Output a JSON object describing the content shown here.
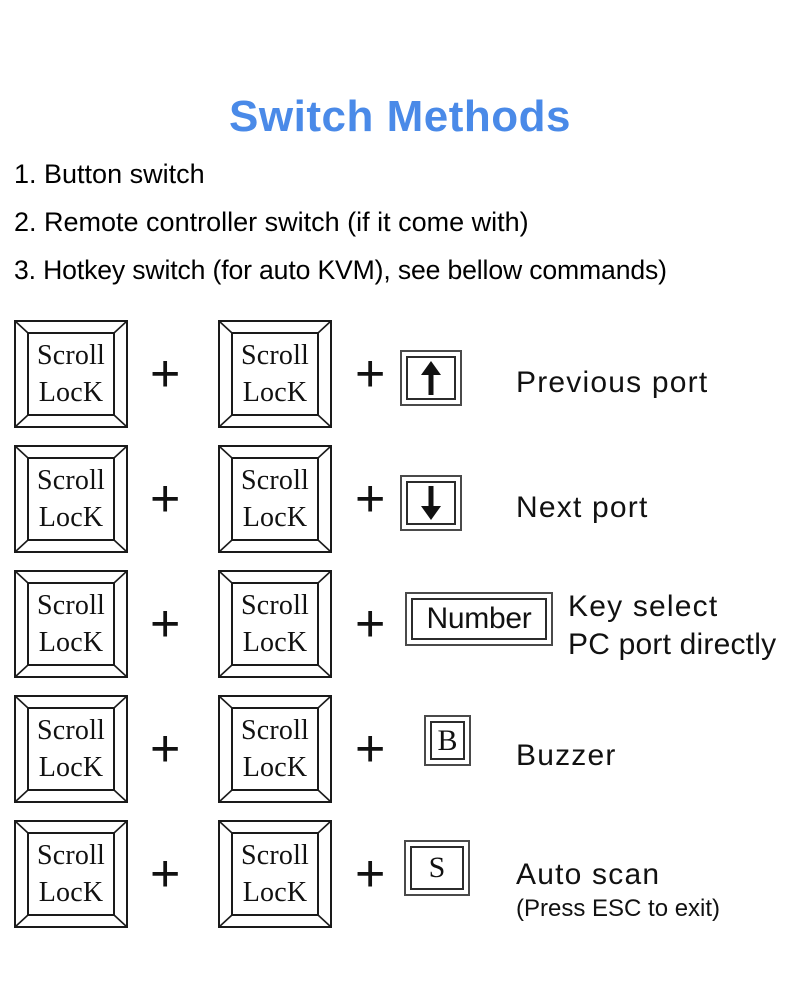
{
  "title": "Switch Methods",
  "accent_color": "#4a8ae8",
  "intro": {
    "items": [
      "1. Button switch",
      "2. Remote controller switch (if it come with)",
      "3. Hotkey switch (for auto KVM), see bellow commands)"
    ]
  },
  "modifier_key": {
    "line1": "Scroll",
    "line2": "LocK"
  },
  "plus_symbol": "+",
  "rows": [
    {
      "key1": {
        "line1": "Scroll",
        "line2": "LocK"
      },
      "key2": {
        "line1": "Scroll",
        "line2": "LocK"
      },
      "key3": {
        "type": "arrow-up",
        "label": "↑"
      },
      "desc_line1": "Previous port",
      "desc_line2": "",
      "desc_sub": ""
    },
    {
      "key1": {
        "line1": "Scroll",
        "line2": "LocK"
      },
      "key2": {
        "line1": "Scroll",
        "line2": "LocK"
      },
      "key3": {
        "type": "arrow-down",
        "label": "↓"
      },
      "desc_line1": "Next port",
      "desc_line2": "",
      "desc_sub": ""
    },
    {
      "key1": {
        "line1": "Scroll",
        "line2": "LocK"
      },
      "key2": {
        "line1": "Scroll",
        "line2": "LocK"
      },
      "key3": {
        "type": "text-sans",
        "label": "Number"
      },
      "desc_line1": "Key  select",
      "desc_line2": "PC port directly",
      "desc_sub": ""
    },
    {
      "key1": {
        "line1": "Scroll",
        "line2": "LocK"
      },
      "key2": {
        "line1": "Scroll",
        "line2": "LocK"
      },
      "key3": {
        "type": "text-serif",
        "label": "B"
      },
      "desc_line1": "Buzzer",
      "desc_line2": "",
      "desc_sub": ""
    },
    {
      "key1": {
        "line1": "Scroll",
        "line2": "LocK"
      },
      "key2": {
        "line1": "Scroll",
        "line2": "LocK"
      },
      "key3": {
        "type": "text-serif",
        "label": "S"
      },
      "desc_line1": "Auto scan",
      "desc_line2": "",
      "desc_sub": "(Press ESC to exit)"
    }
  ]
}
